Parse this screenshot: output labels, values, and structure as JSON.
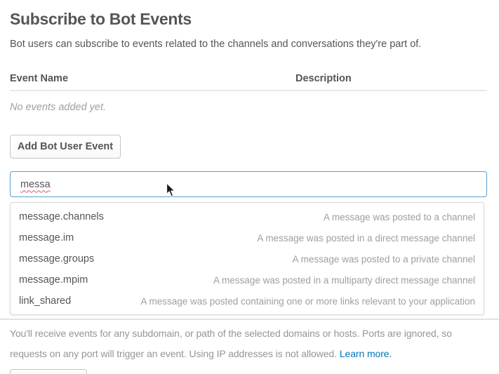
{
  "page": {
    "title": "Subscribe to Bot Events",
    "subtitle": "Bot users can subscribe to events related to the channels and conversations they're part of."
  },
  "table": {
    "headers": [
      "Event Name",
      "Description"
    ],
    "empty_text": "No events added yet."
  },
  "buttons": {
    "add_event": "Add Bot User Event"
  },
  "search": {
    "value": "messa"
  },
  "dropdown": {
    "items": [
      {
        "name": "message.channels",
        "description": "A message was posted to a channel"
      },
      {
        "name": "message.im",
        "description": "A message was posted in a direct message channel"
      },
      {
        "name": "message.groups",
        "description": "A message was posted to a private channel"
      },
      {
        "name": "message.mpim",
        "description": "A message was posted in a multiparty direct message channel"
      },
      {
        "name": "link_shared",
        "description": "A message was posted containing one or more links relevant to your application"
      }
    ]
  },
  "footer": {
    "lines": [
      "You'll receive events for any subdomain, or path of the selected domains or hosts. Ports are ignored, so",
      "requests on any port will trigger an event. Using IP addresses is not allowed."
    ],
    "link": "Learn more."
  },
  "colors": {
    "accent_blue": "#56a0d3",
    "link_blue": "#0576b9",
    "text_dark": "#555459",
    "text_muted": "#9e9ea6",
    "divider_gray": "#e8e8e8",
    "button_border": "#c5c5c5"
  }
}
